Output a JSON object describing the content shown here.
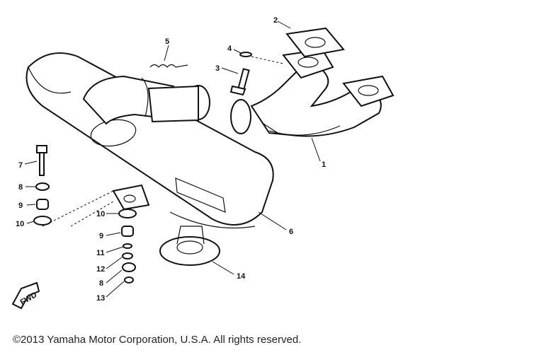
{
  "callouts": {
    "c1": "1",
    "c2": "2",
    "c3": "3",
    "c4": "4",
    "c5": "5",
    "c6": "6",
    "c7": "7",
    "c8a": "8",
    "c9a": "9",
    "c10a": "10",
    "c10b": "10",
    "c9b": "9",
    "c11": "11",
    "c12": "12",
    "c8b": "8",
    "c13": "13",
    "c14": "14"
  },
  "front_marker": "FWD",
  "copyright": "©2013 Yamaha Motor Corporation, U.S.A. All rights reserved."
}
